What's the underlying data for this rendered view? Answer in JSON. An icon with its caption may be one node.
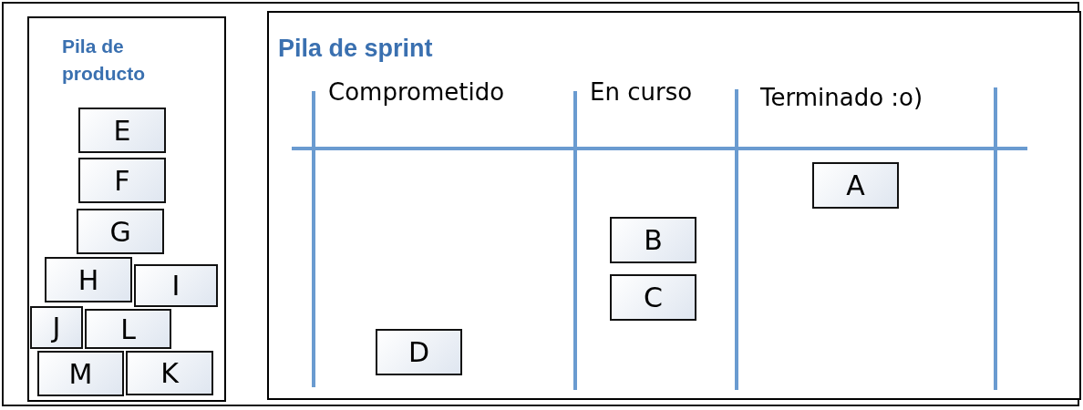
{
  "diagram": {
    "nodes": [
      {
        "text": [
          "Pila de producto"
        ]
      },
      {
        "text": [
          "E"
        ],
        "in": 0
      },
      {
        "text": [
          "F"
        ],
        "in": 0
      },
      {
        "text": [
          "G"
        ],
        "in": 0
      },
      {
        "text": [
          "H"
        ],
        "in": 0
      },
      {
        "text": [
          "I"
        ],
        "in": 0
      },
      {
        "text": [
          "J"
        ],
        "in": 0
      },
      {
        "text": [
          "L"
        ],
        "in": 0
      },
      {
        "text": [
          "M"
        ],
        "in": 0
      },
      {
        "text": [
          "K"
        ],
        "in": 0
      },
      {
        "text": [
          "Pila de sprint"
        ]
      },
      {
        "text": [
          "A"
        ],
        "in": 10
      },
      {
        "text": [
          "B"
        ],
        "in": 10
      },
      {
        "text": [
          "C"
        ],
        "in": 10
      },
      {
        "text": [
          "D"
        ],
        "in": 10
      }
    ],
    "labels": [
      "Comprometido",
      "En curso",
      "Terminado :o)"
    ]
  }
}
